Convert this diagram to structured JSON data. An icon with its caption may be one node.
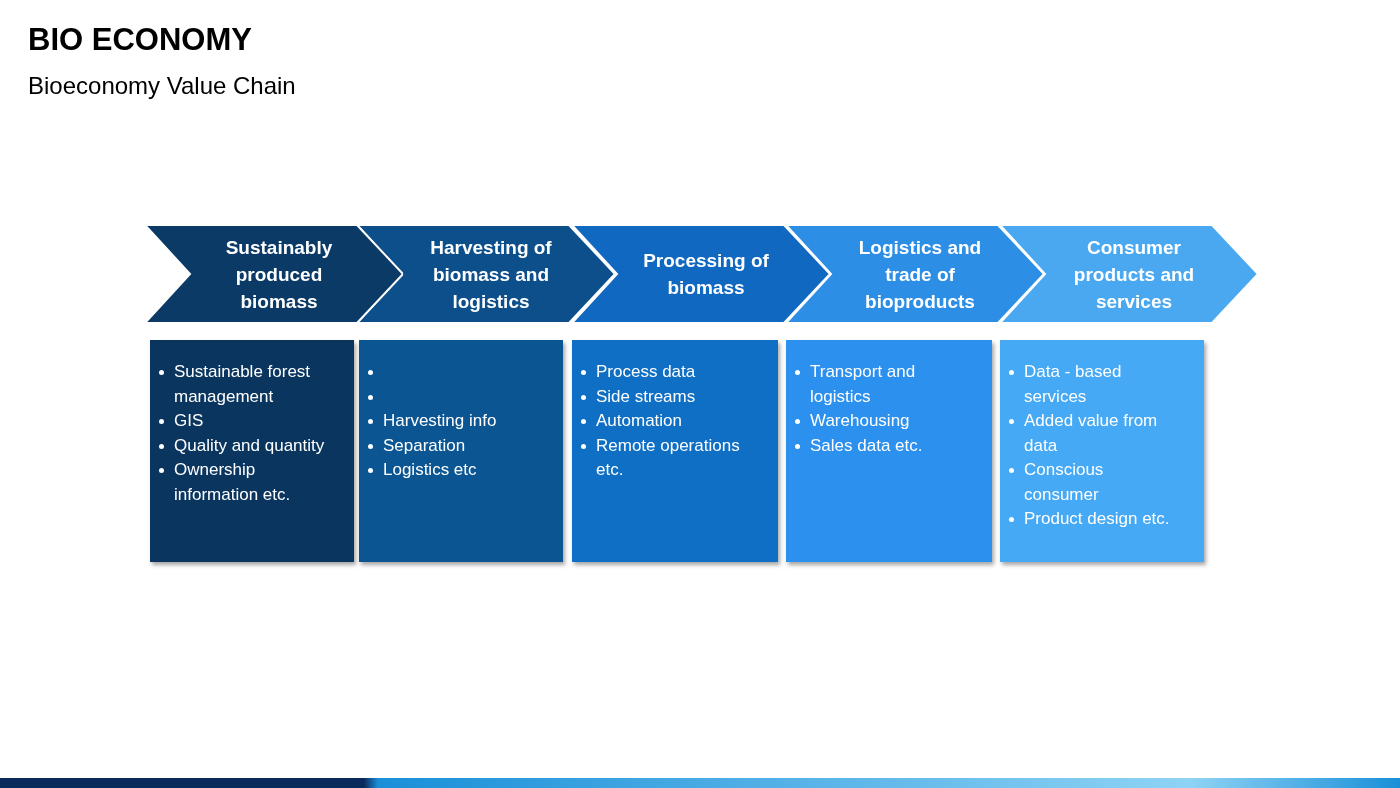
{
  "diagram": {
    "title": "BIO ECONOMY",
    "nodes": [
      {
        "text": [
          "Sustainably produced biomass"
        ]
      },
      {
        "text": [
          "Harvesting of biomass and logistics"
        ]
      },
      {
        "text": [
          "Processing of biomass"
        ]
      },
      {
        "text": [
          "Logistics and trade of bioproducts"
        ]
      },
      {
        "text": [
          "Consumer products and services"
        ]
      },
      {
        "text": [
          "Sustainable forest management",
          "GIS",
          "Quality and quantity",
          "Ownership information etc."
        ]
      },
      {
        "text": [
          "Harvesting info",
          "Separation",
          "Logistics etc"
        ]
      },
      {
        "text": [
          "Process data",
          "Side streams",
          "Automation",
          "Remote operations etc."
        ]
      },
      {
        "text": [
          "Transport and logistics",
          "Warehousing",
          "Sales data etc."
        ]
      },
      {
        "text": [
          "Data - based services",
          "Added value from data",
          "Conscious consumer",
          "Product design etc."
        ]
      }
    ],
    "labels": [
      "Bioeconomy Value Chain"
    ]
  }
}
